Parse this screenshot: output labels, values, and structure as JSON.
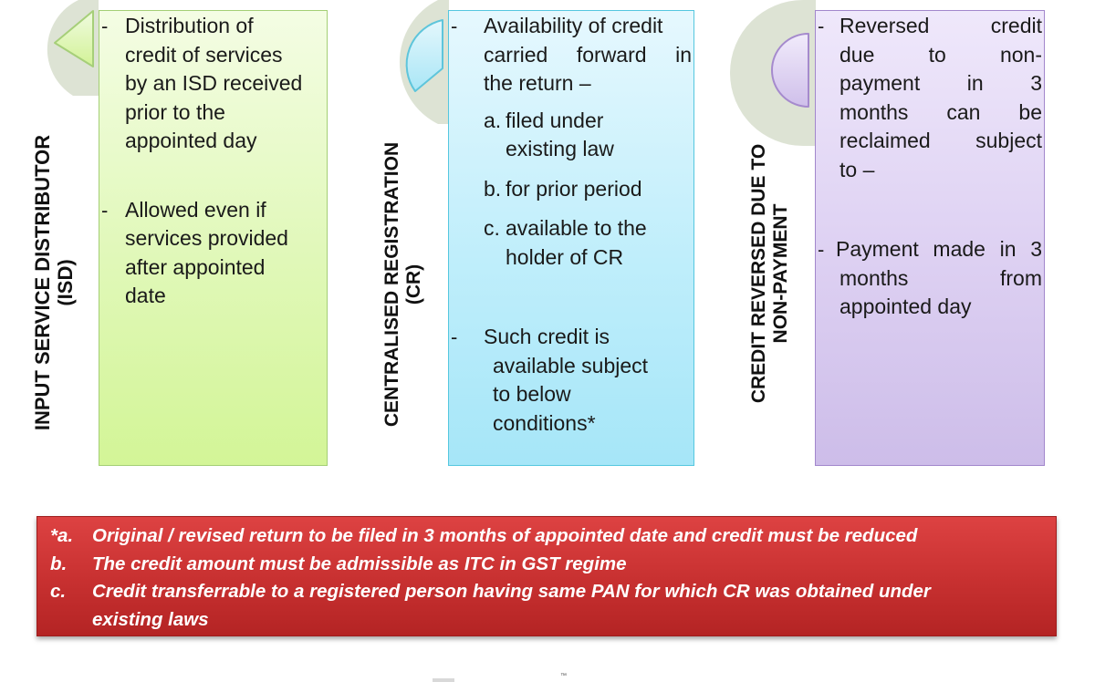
{
  "colors": {
    "isd": "#d3f597",
    "cr": "#a6e6f8",
    "reversed": "#cdbde9",
    "note_bg": "#c73030",
    "disc_gray": "#dde3d4"
  },
  "columns": [
    {
      "id": "isd",
      "title_lines": [
        "INPUT SERVICE DISTRIBUTOR",
        "(ISD)"
      ],
      "bullets": [
        {
          "marker": "-",
          "lines": [
            "Distribution of",
            "credit of services",
            "by an ISD received",
            "prior to the",
            "appointed day"
          ]
        },
        {
          "marker": "-",
          "lines": [
            "Allowed even if",
            "services provided",
            "after appointed",
            "date"
          ]
        }
      ]
    },
    {
      "id": "cr",
      "title_lines": [
        "CENTRALISED REGISTRATION",
        "(CR)"
      ],
      "intro": {
        "marker": "-",
        "lines": [
          "Availability of credit",
          "carried forward in",
          "the return –"
        ]
      },
      "subitems": [
        {
          "marker": "a.",
          "lines": [
            "filed under",
            "existing law"
          ]
        },
        {
          "marker": "b.",
          "lines": [
            "for prior period"
          ]
        },
        {
          "marker": "c.",
          "lines": [
            "available to the",
            "holder of CR"
          ]
        }
      ],
      "outro": {
        "marker": "-",
        "lines": [
          "Such credit is",
          "available subject",
          "to below",
          "conditions*"
        ]
      }
    },
    {
      "id": "reversed",
      "title_lines": [
        "CREDIT REVERSED DUE TO",
        "NON-PAYMENT"
      ],
      "bullets": [
        {
          "marker": "-",
          "lines": [
            "Reversed credit",
            "due to non-",
            "payment in 3",
            "months can be",
            "reclaimed subject",
            "to –"
          ]
        },
        {
          "marker": "-",
          "lines": [
            "Payment made in 3",
            "months from",
            "appointed day"
          ]
        }
      ]
    }
  ],
  "notes": [
    {
      "marker": "*a.",
      "text": "Original / revised return to be filed in 3 months of appointed date and credit must be reduced"
    },
    {
      "marker": "b.",
      "text": "The credit amount must be admissible as ITC in GST regime"
    },
    {
      "marker": "c.",
      "text": "Credit transferrable to a registered person having same PAN for which CR was obtained under existing laws"
    }
  ],
  "footer": {
    "mark": "™"
  }
}
